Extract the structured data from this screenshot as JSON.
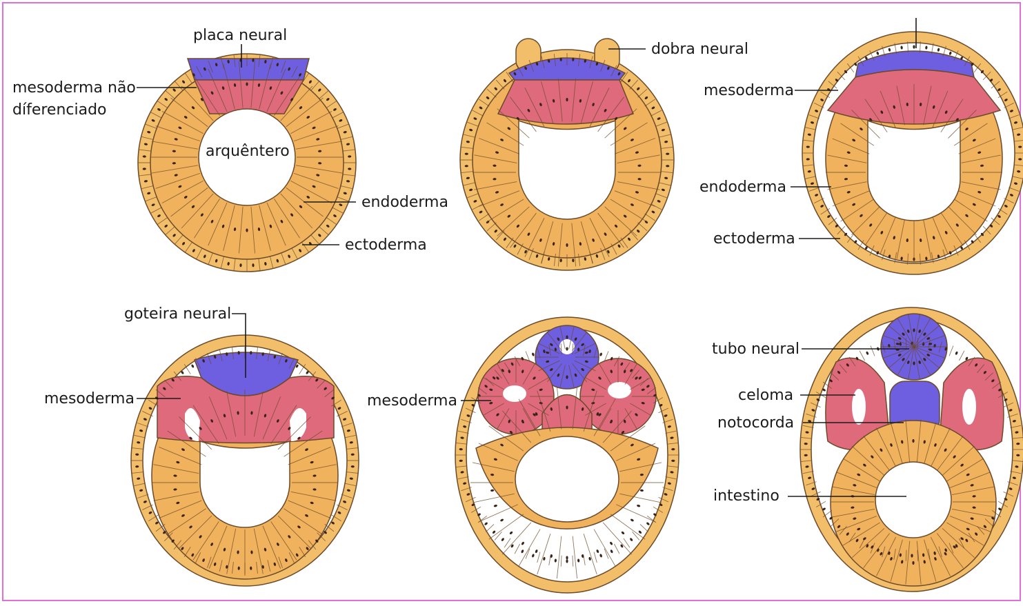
{
  "colors": {
    "frame": "#e070d8",
    "ectoderm": "#f3be6a",
    "endoderm": "#f0b25c",
    "mesoderm": "#df6a7c",
    "neural": "#6e5ee0",
    "cell_line": "#6b4a2a",
    "nucleus": "#3a2418",
    "label_line": "#1b1b1b"
  },
  "panels": [
    {
      "labels": {
        "placa_neural": "placa neural",
        "mesoderma_line1": "mesoderma não",
        "mesoderma_line2": "díferenciado",
        "arquentero": "arquêntero",
        "endoderma": "endoderma",
        "ectoderma": "ectoderma"
      }
    },
    {
      "labels": {
        "dobra_neural": "dobra neural"
      }
    },
    {
      "labels": {
        "mesoderma": "mesoderma",
        "endoderma": "endoderma",
        "ectoderma": "ectoderma"
      }
    },
    {
      "labels": {
        "goteira_neural": "goteira neural",
        "mesoderma": "mesoderma"
      }
    },
    {
      "labels": {
        "mesoderma": "mesoderma"
      }
    },
    {
      "labels": {
        "tubo_neural": "tubo neural",
        "celoma": "celoma",
        "notocorda": "notocorda",
        "intestino": "intestino"
      }
    }
  ]
}
